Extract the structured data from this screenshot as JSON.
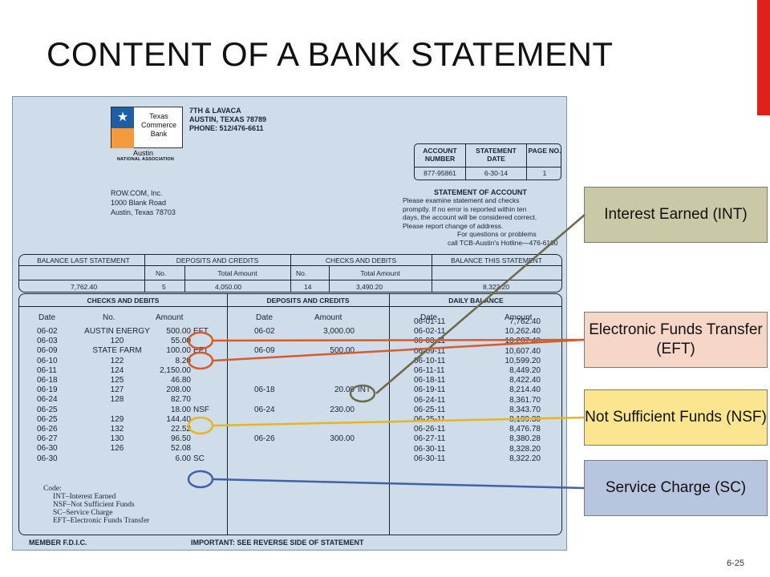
{
  "slide": {
    "title": "CONTENT OF A BANK STATEMENT",
    "page_number": "6-25",
    "accent_color": "#e0201b"
  },
  "statement": {
    "bank_logo": {
      "star_icon": "★",
      "line1": "Texas",
      "line2": "Commerce",
      "line3": "Bank",
      "city": "Austin",
      "association": "NATIONAL ASSOCIATION"
    },
    "bank_address": [
      "7TH & LAVACA",
      "AUSTIN, TEXAS 78789",
      "PHONE: 512/476-6611"
    ],
    "customer_address": [
      "ROW.COM, Inc.",
      "1000 Blank Road",
      "Austin, Texas 78703"
    ],
    "account_box": {
      "headers": [
        "ACCOUNT NUMBER",
        "STATEMENT DATE",
        "PAGE NO."
      ],
      "values": [
        "877-95861",
        "6-30-14",
        "1"
      ]
    },
    "statement_of_account": {
      "title": "STATEMENT OF ACCOUNT",
      "lines": [
        "Please examine statement and checks",
        "promptly. If no error is reported within ten",
        "days, the account will be considered correct.",
        "Please report change of address."
      ],
      "lines2": [
        "For questions or problems",
        "call TCB-Austin's Hotline—476-6100"
      ]
    },
    "summary": {
      "balance_last_header": "BALANCE LAST STATEMENT",
      "deposits_header": "DEPOSITS AND CREDITS",
      "checks_header": "CHECKS AND DEBITS",
      "balance_this_header": "BALANCE THIS STATEMENT",
      "no_label": "No.",
      "total_label": "Total Amount",
      "balance_last": "7,762.40",
      "deposits_no": "5",
      "deposits_total": "4,050.00",
      "checks_no": "14",
      "checks_total": "3,490.20",
      "balance_this": "8,322.20"
    },
    "sections": {
      "checks": "CHECKS AND DEBITS",
      "deposits": "DEPOSITS AND CREDITS",
      "daily": "DAILY BALANCE"
    },
    "col_headers": {
      "date": "Date",
      "no": "No.",
      "amount": "Amount"
    },
    "checks": [
      {
        "date": "06-02",
        "no": "AUSTIN ENERGY",
        "amount": "500.00",
        "code": "EFT"
      },
      {
        "date": "06-03",
        "no": "120",
        "amount": "55.00",
        "code": ""
      },
      {
        "date": "06-09",
        "no": "STATE FARM",
        "amount": "100.00",
        "code": "EFT"
      },
      {
        "date": "06-10",
        "no": "122",
        "amount": "8.20",
        "code": ""
      },
      {
        "date": "06-11",
        "no": "124",
        "amount": "2,150.00",
        "code": ""
      },
      {
        "date": "06-18",
        "no": "125",
        "amount": "46.80",
        "code": ""
      },
      {
        "date": "06-19",
        "no": "127",
        "amount": "208.00",
        "code": ""
      },
      {
        "date": "06-24",
        "no": "128",
        "amount": "82.70",
        "code": ""
      },
      {
        "date": "06-25",
        "no": "",
        "amount": "18.00",
        "code": "NSF"
      },
      {
        "date": "06-25",
        "no": "129",
        "amount": "144.40",
        "code": ""
      },
      {
        "date": "06-26",
        "no": "132",
        "amount": "22.52",
        "code": ""
      },
      {
        "date": "06-27",
        "no": "130",
        "amount": "96.50",
        "code": ""
      },
      {
        "date": "06-30",
        "no": "126",
        "amount": "52.08",
        "code": ""
      },
      {
        "date": "06-30",
        "no": "",
        "amount": "6.00",
        "code": "SC"
      }
    ],
    "deposits": [
      {
        "date": "06-02",
        "amount": "3,000.00",
        "code": ""
      },
      {
        "date": "06-09",
        "amount": "500.00",
        "code": ""
      },
      {
        "date": "06-18",
        "amount": "20.00",
        "code": "INT"
      },
      {
        "date": "06-24",
        "amount": "230.00",
        "code": ""
      },
      {
        "date": "06-26",
        "amount": "300.00",
        "code": ""
      }
    ],
    "daily": [
      {
        "date": "06-01-11",
        "amount": "7,762.40"
      },
      {
        "date": "06-02-11",
        "amount": "10,262.40"
      },
      {
        "date": "06-03-11",
        "amount": "10,207.40"
      },
      {
        "date": "06-09-11",
        "amount": "10,607.40"
      },
      {
        "date": "06-10-11",
        "amount": "10,599.20"
      },
      {
        "date": "06-11-11",
        "amount": "8,449.20"
      },
      {
        "date": "06-18-11",
        "amount": "8,422.40"
      },
      {
        "date": "06-19-11",
        "amount": "8,214.40"
      },
      {
        "date": "06-24-11",
        "amount": "8,361.70"
      },
      {
        "date": "06-25-11",
        "amount": "8,343.70"
      },
      {
        "date": "06-25-11",
        "amount": "8,199.30"
      },
      {
        "date": "06-26-11",
        "amount": "8,476.78"
      },
      {
        "date": "06-27-11",
        "amount": "8,380.28"
      },
      {
        "date": "06-30-11",
        "amount": "8,328.20"
      },
      {
        "date": "06-30-11",
        "amount": "8,322.20"
      }
    ],
    "codes": {
      "title": "Code:",
      "lines": [
        "INT–Interest Earned",
        "NSF–Not Sufficient Funds",
        "SC–Service Charge",
        "EFT–Electronic Funds Transfer"
      ]
    },
    "footer_left": "MEMBER F.D.I.C.",
    "footer_right": "IMPORTANT: SEE REVERSE SIDE OF STATEMENT"
  },
  "callouts": [
    {
      "id": "int",
      "text": "Interest Earned (INT)",
      "fill": "#c9c9a7",
      "stroke": "#6b6b4a"
    },
    {
      "id": "eft",
      "text": "Electronic Funds Transfer (EFT)",
      "fill": "#f6d6c6",
      "stroke": "#d45d2a"
    },
    {
      "id": "nsf",
      "text": "Not Sufficient Funds (NSF)",
      "fill": "#fbe58e",
      "stroke": "#e9b51d"
    },
    {
      "id": "sc",
      "text": "Service Charge (SC)",
      "fill": "#b7c5de",
      "stroke": "#3f62a8"
    }
  ]
}
